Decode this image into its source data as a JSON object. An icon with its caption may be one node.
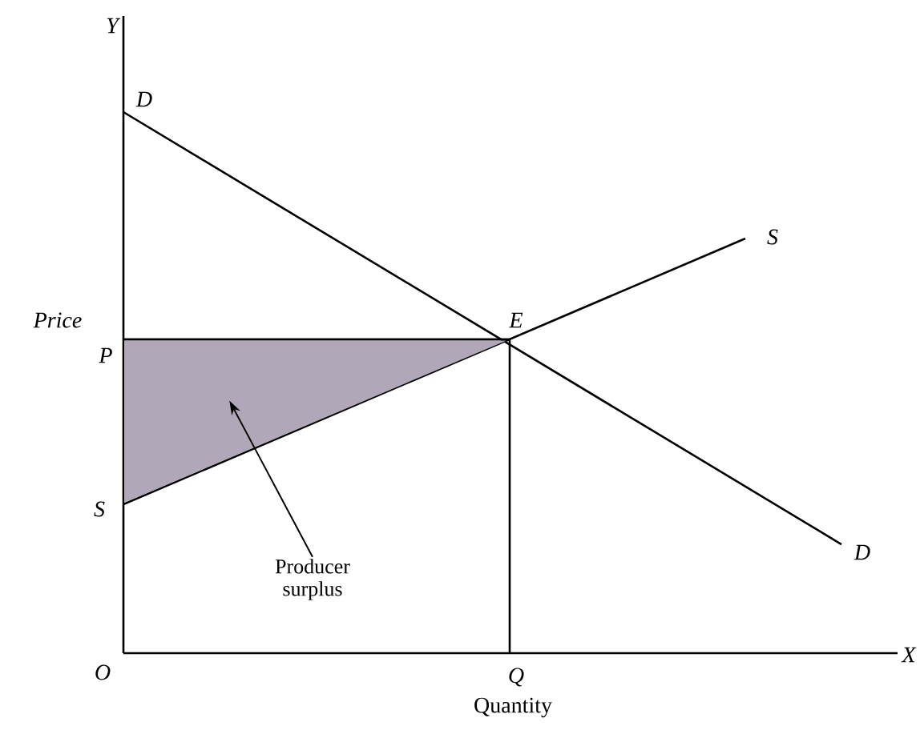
{
  "diagram": {
    "nodes": [
      {
        "text": [],
        "shape": "triangle"
      },
      {
        "text": [
          "Producer surplus"
        ]
      }
    ],
    "edges": [
      {
        "from": 1,
        "to": 0,
        "arrow": "to"
      }
    ],
    "labels": [
      "Y",
      "D",
      "Price",
      "P",
      "E",
      "S",
      "S",
      "D",
      "O",
      "Q",
      "Quantity",
      "X"
    ]
  }
}
